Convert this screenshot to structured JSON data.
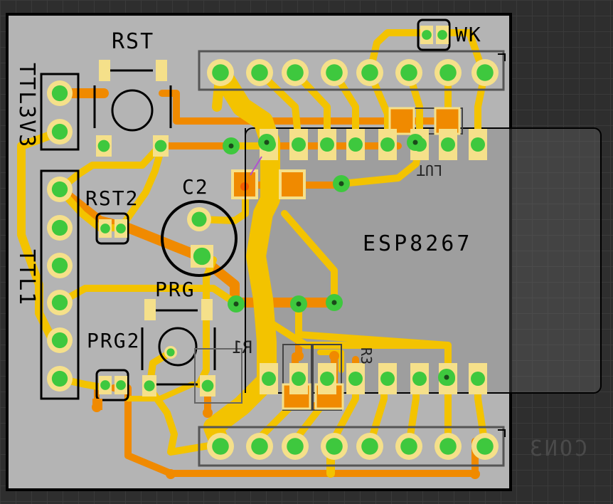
{
  "canvas": {
    "background": "#2e2e2e",
    "board_fill": "#b4b4b4",
    "board_outline": "#000000",
    "trace_top": "#f3c300",
    "trace_bottom": "#f08a00",
    "pad_ring": "#f5e08a",
    "pad_center": "#3ec83e",
    "silkscreen": "#000000",
    "ghost_text": "#4a4a4a"
  },
  "labels": {
    "rst": "RST",
    "wk": "WK",
    "ttl3v3": "TTL3V3",
    "ttl1": "TTL1",
    "rst2": "RST2",
    "c2": "C2",
    "prg": "PRG",
    "prg2": "PRG2",
    "esp": "ESP8267",
    "r1_mirror": "R1",
    "r3_mirror": "R3",
    "con_mirror": "CON3",
    "small_mark": "LUT"
  },
  "components": [
    "reset-switch",
    "program-switch",
    "capacitor-c2",
    "header-ttl3v3",
    "header-ttl1",
    "header-top",
    "header-bottom",
    "esp8266-module",
    "jumper-wk",
    "jumper-rst2",
    "jumper-prg2"
  ]
}
